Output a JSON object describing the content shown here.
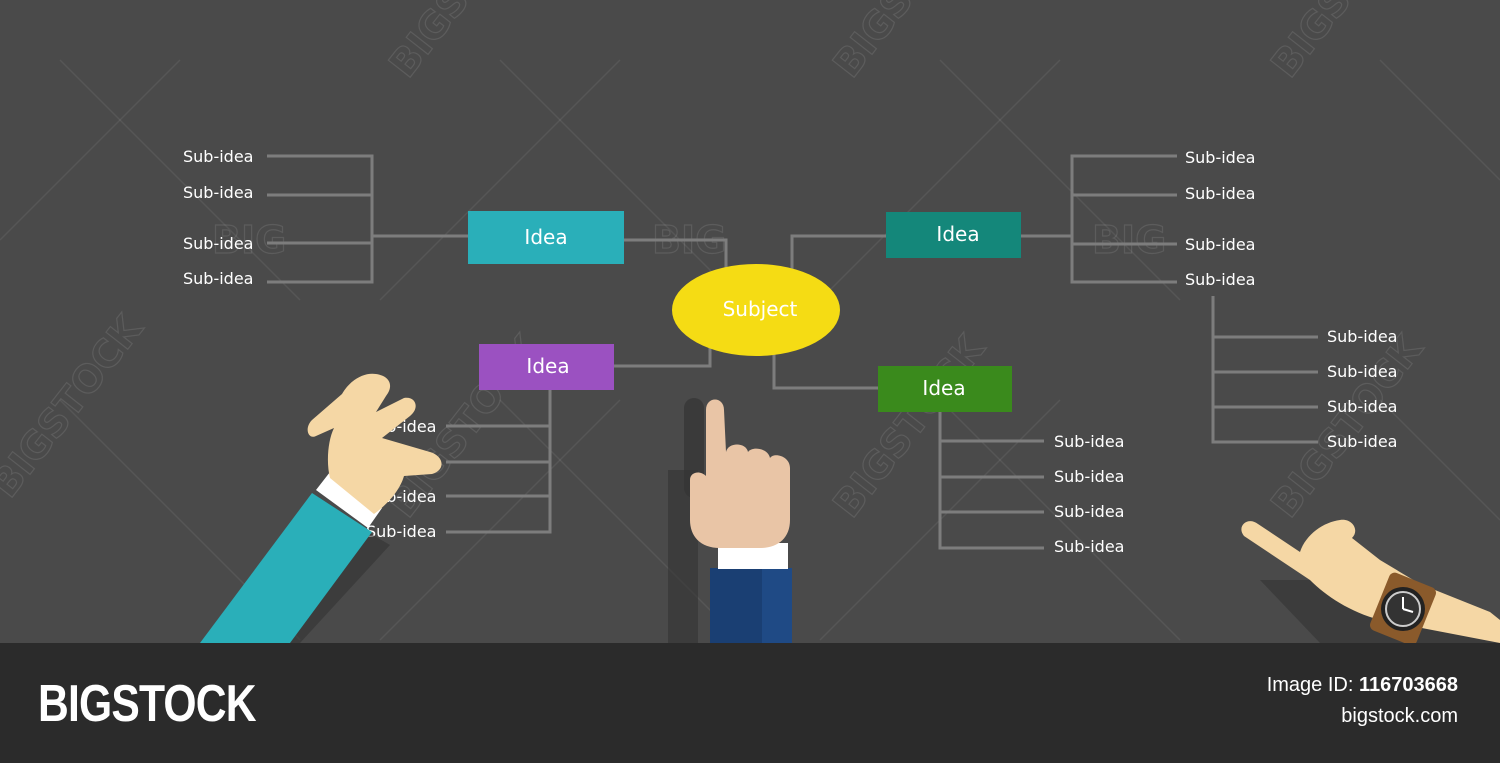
{
  "diagram": {
    "subject": "Subject",
    "ideas": [
      "Idea",
      "Idea",
      "Idea",
      "Idea"
    ],
    "sub_idea": "Sub-idea"
  },
  "colors": {
    "background": "#4a4a4a",
    "footer": "#2b2b2b",
    "subject": "#f5dc14",
    "idea_teal": "#2aafb9",
    "idea_green": "#14877a",
    "idea_purple": "#9b51c1",
    "idea_olive": "#3a8a1c",
    "connector": "#7d7d7d",
    "skin": "#f5d7a5",
    "sleeve_teal": "#2aafb9",
    "sleeve_navy": "#1a3f73"
  },
  "watermark": {
    "big": "BIG",
    "bigstock": "BIGSTOCK"
  },
  "footer": {
    "brand": "BIGSTOCK",
    "image_id_label": "Image ID:",
    "image_id": "116703668",
    "site": "bigstock.com"
  }
}
